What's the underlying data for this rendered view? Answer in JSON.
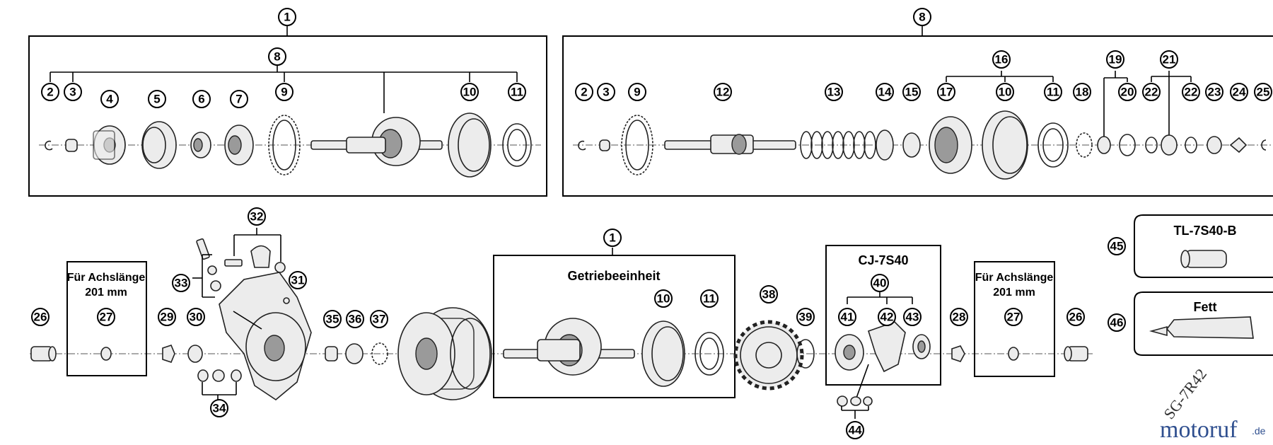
{
  "callouts": {
    "c1_top": "1",
    "c8_top_left": "8",
    "c8_top_right": "8",
    "c1_bottom": "1",
    "c2a": "2",
    "c3a": "3",
    "c4": "4",
    "c5": "5",
    "c6": "6",
    "c7": "7",
    "c9a": "9",
    "c10a": "10",
    "c11a": "11",
    "c2b": "2",
    "c3b": "3",
    "c9b": "9",
    "c12": "12",
    "c13": "13",
    "c14": "14",
    "c15": "15",
    "c16": "16",
    "c17": "17",
    "c10b": "10",
    "c11b": "11",
    "c18": "18",
    "c19": "19",
    "c20": "20",
    "c21": "21",
    "c22a": "22",
    "c22b": "22",
    "c23": "23",
    "c24": "24",
    "c25": "25",
    "c26a": "26",
    "c27a": "27",
    "c29": "29",
    "c30": "30",
    "c32": "32",
    "c33": "33",
    "c31": "31",
    "c34": "34",
    "c35": "35",
    "c36": "36",
    "c37": "37",
    "c10c": "10",
    "c11c": "11",
    "c38": "38",
    "c39": "39",
    "c40": "40",
    "c41": "41",
    "c42": "42",
    "c43": "43",
    "c44": "44",
    "c28": "28",
    "c27b": "27",
    "c26b": "26",
    "c45": "45",
    "c46": "46"
  },
  "boxes": {
    "achslaenge_left_line1": "Für Achslänge",
    "achslaenge_left_line2": "201 mm",
    "getriebe_title": "Getriebeeinheit",
    "cj_title": "CJ-7S40",
    "achslaenge_right_line1": "Für Achslänge",
    "achslaenge_right_line2": "201 mm",
    "tool_title": "TL-7S40-B",
    "fett_title": "Fett"
  },
  "diagram_code": "SG-7R42",
  "watermark": {
    "main": "motoruf",
    "tld": ".de"
  },
  "colors": {
    "line": "#000000",
    "part_fill": "#ececec",
    "watermark": "#2f4f8f",
    "watermark_accent": "#f0a030"
  }
}
